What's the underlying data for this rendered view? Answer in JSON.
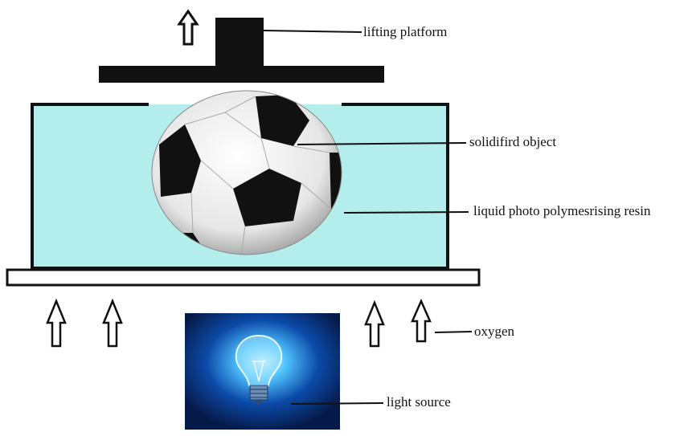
{
  "labels": {
    "lifting_platform": "lifting platform",
    "solidified_object": "solidifird object",
    "resin": "liquid photo polymesrising resin",
    "oxygen": "oxygen",
    "light_source": "light source"
  },
  "colors": {
    "resin": "#b4eeec",
    "outline": "#111111",
    "light_bg": "#0a2a6b",
    "glow": "#4fc3ff"
  }
}
